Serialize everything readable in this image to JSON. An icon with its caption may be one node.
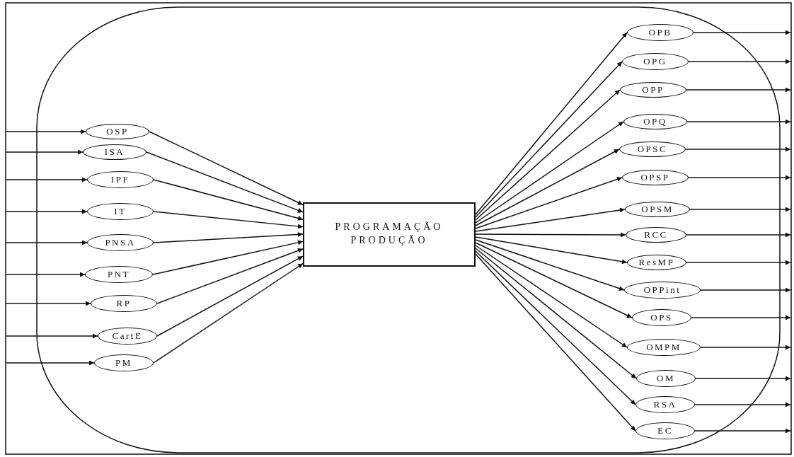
{
  "diagram": {
    "nodes": [
      {
        "text": [
          "OSP"
        ]
      },
      {
        "text": [
          "ISA"
        ]
      },
      {
        "text": [
          "IPF"
        ]
      },
      {
        "text": [
          "IT"
        ]
      },
      {
        "text": [
          "PNSA"
        ]
      },
      {
        "text": [
          "PNT"
        ]
      },
      {
        "text": [
          "RP"
        ]
      },
      {
        "text": [
          "CartE"
        ]
      },
      {
        "text": [
          "PM"
        ]
      },
      {
        "text": [
          "PROGRAMAÇÃO PRODUÇÃO"
        ]
      },
      {
        "text": [
          "OPB"
        ]
      },
      {
        "text": [
          "OPG"
        ]
      },
      {
        "text": [
          "OPP"
        ]
      },
      {
        "text": [
          "OPQ"
        ]
      },
      {
        "text": [
          "OPSC"
        ]
      },
      {
        "text": [
          "OPSP"
        ]
      },
      {
        "text": [
          "OPSM"
        ]
      },
      {
        "text": [
          "RCC"
        ]
      },
      {
        "text": [
          "ResMP"
        ]
      },
      {
        "text": [
          "OPPint"
        ]
      },
      {
        "text": [
          "OPS"
        ]
      },
      {
        "text": [
          "OMPM"
        ]
      },
      {
        "text": [
          "OM"
        ]
      },
      {
        "text": [
          "RSA"
        ]
      },
      {
        "text": [
          "EC"
        ]
      }
    ],
    "edges": [
      {
        "from": null,
        "to": 0,
        "arrow": "to"
      },
      {
        "from": null,
        "to": 1,
        "arrow": "to"
      },
      {
        "from": null,
        "to": 2,
        "arrow": "to"
      },
      {
        "from": null,
        "to": 3,
        "arrow": "to"
      },
      {
        "from": null,
        "to": 4,
        "arrow": "to"
      },
      {
        "from": null,
        "to": 5,
        "arrow": "to"
      },
      {
        "from": null,
        "to": 6,
        "arrow": "to"
      },
      {
        "from": null,
        "to": 7,
        "arrow": "to"
      },
      {
        "from": null,
        "to": 8,
        "arrow": "to"
      },
      {
        "from": 0,
        "to": 9,
        "arrow": "to"
      },
      {
        "from": 1,
        "to": 9,
        "arrow": "to"
      },
      {
        "from": 2,
        "to": 9,
        "arrow": "to"
      },
      {
        "from": 3,
        "to": 9,
        "arrow": "to"
      },
      {
        "from": 4,
        "to": 9,
        "arrow": "to"
      },
      {
        "from": 5,
        "to": 9,
        "arrow": "to"
      },
      {
        "from": 6,
        "to": 9,
        "arrow": "to"
      },
      {
        "from": 7,
        "to": 9,
        "arrow": "to"
      },
      {
        "from": 8,
        "to": 9,
        "arrow": "to"
      },
      {
        "from": 9,
        "to": 10,
        "arrow": "to"
      },
      {
        "from": 9,
        "to": 11,
        "arrow": "to"
      },
      {
        "from": 9,
        "to": 12,
        "arrow": "to"
      },
      {
        "from": 9,
        "to": 13,
        "arrow": "to"
      },
      {
        "from": 9,
        "to": 14,
        "arrow": "to"
      },
      {
        "from": 9,
        "to": 15,
        "arrow": "to"
      },
      {
        "from": 9,
        "to": 16,
        "arrow": "to"
      },
      {
        "from": 9,
        "to": 17,
        "arrow": "to"
      },
      {
        "from": 9,
        "to": 18,
        "arrow": "to"
      },
      {
        "from": 9,
        "to": 19,
        "arrow": "to"
      },
      {
        "from": 9,
        "to": 20,
        "arrow": "to"
      },
      {
        "from": 9,
        "to": 21,
        "arrow": "to"
      },
      {
        "from": 9,
        "to": 22,
        "arrow": "to"
      },
      {
        "from": 9,
        "to": 23,
        "arrow": "to"
      },
      {
        "from": 9,
        "to": 24,
        "arrow": "to"
      },
      {
        "from": 10,
        "to": null,
        "arrow": "to"
      },
      {
        "from": 11,
        "to": null,
        "arrow": "to"
      },
      {
        "from": 12,
        "to": null,
        "arrow": "to"
      },
      {
        "from": 13,
        "to": null,
        "arrow": "to"
      },
      {
        "from": 14,
        "to": null,
        "arrow": "to"
      },
      {
        "from": 15,
        "to": null,
        "arrow": "to"
      },
      {
        "from": 16,
        "to": null,
        "arrow": "to"
      },
      {
        "from": 17,
        "to": null,
        "arrow": "to"
      },
      {
        "from": 18,
        "to": null,
        "arrow": "to"
      },
      {
        "from": 19,
        "to": null,
        "arrow": "to"
      },
      {
        "from": 20,
        "to": null,
        "arrow": "to"
      },
      {
        "from": 21,
        "to": null,
        "arrow": "to"
      },
      {
        "from": 22,
        "to": null,
        "arrow": "to"
      },
      {
        "from": 23,
        "to": null,
        "arrow": "to"
      },
      {
        "from": 24,
        "to": null,
        "arrow": "to"
      }
    ]
  }
}
